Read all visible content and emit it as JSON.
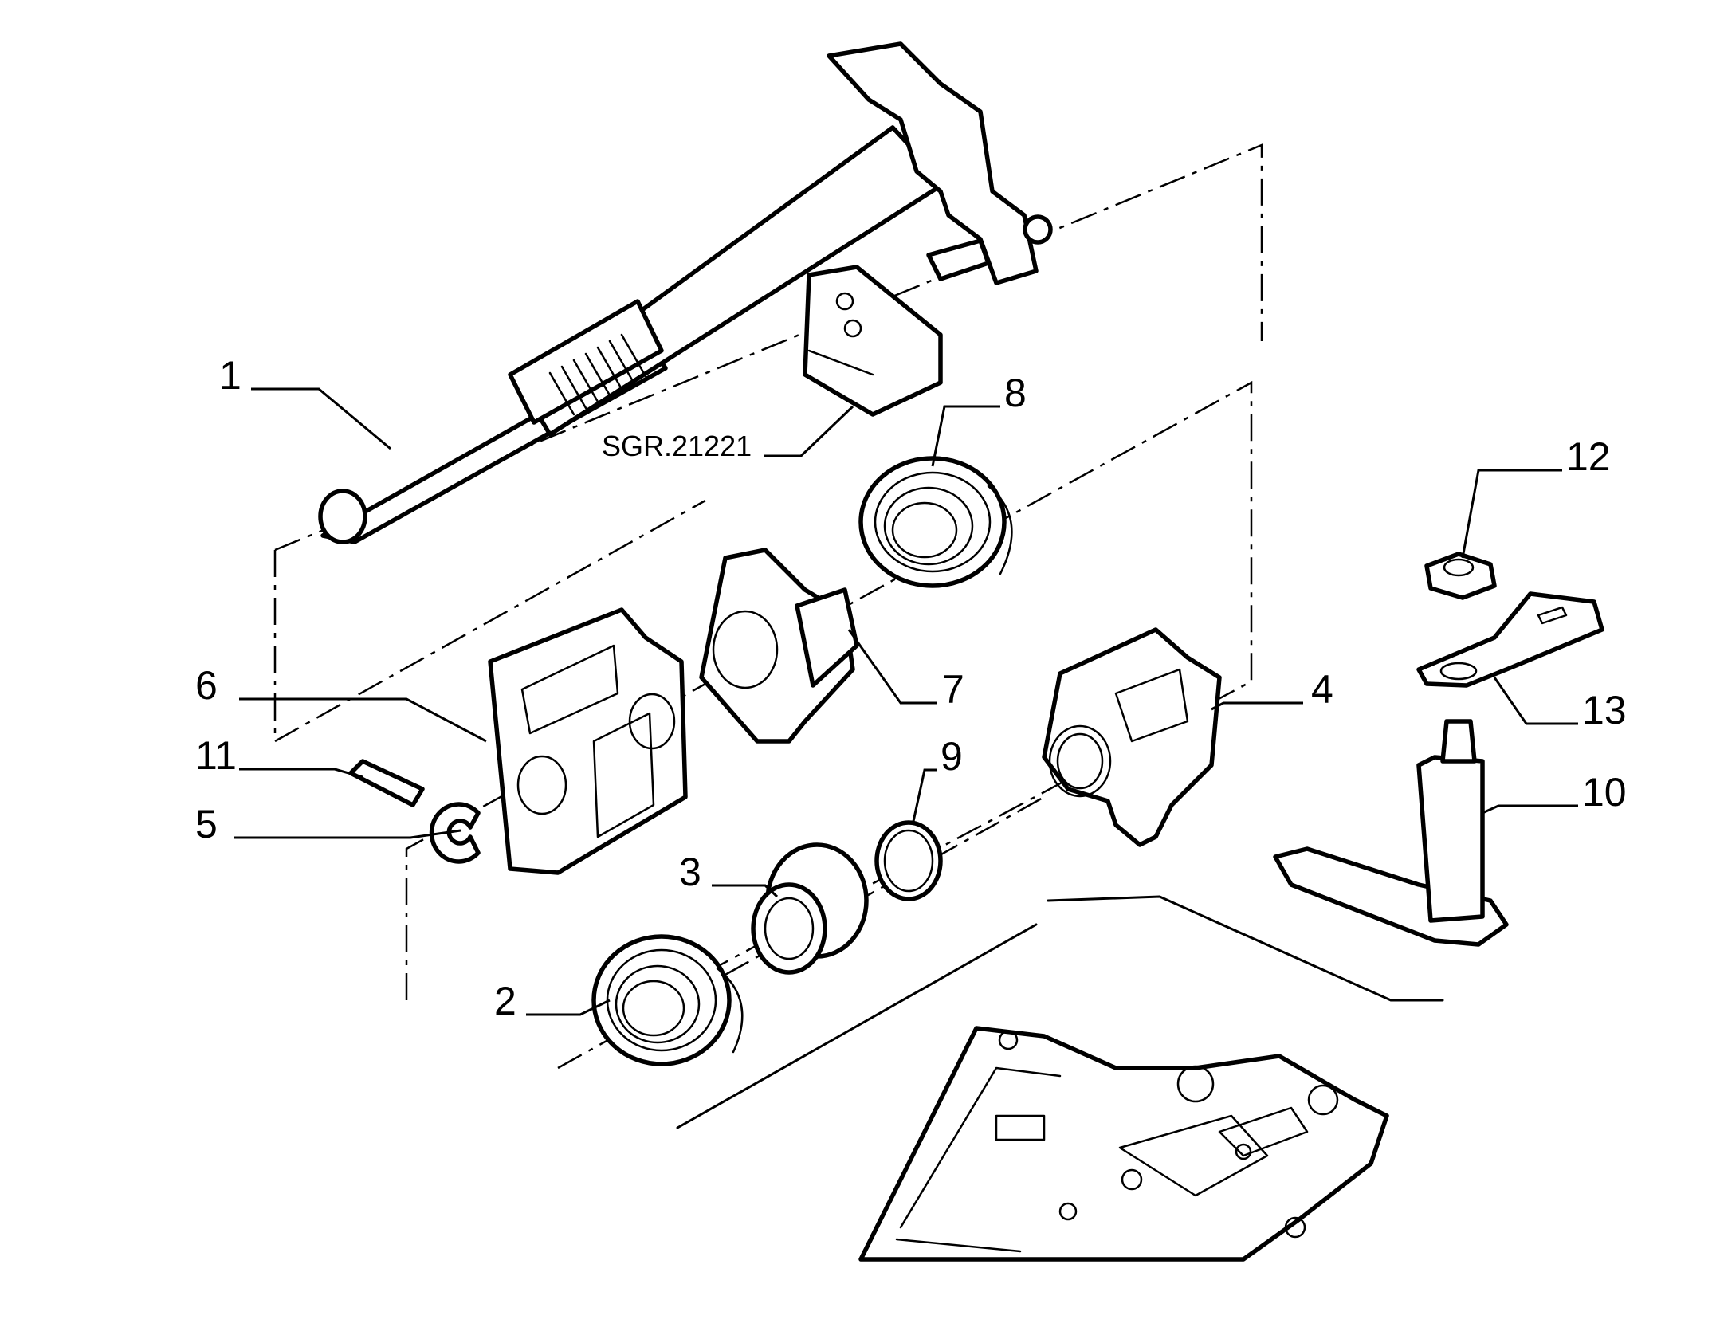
{
  "diagram": {
    "background": "#ffffff",
    "ink": "#000000",
    "tool_reference": "SGR.21221",
    "callouts": [
      {
        "id": "c1",
        "label": "1"
      },
      {
        "id": "c2",
        "label": "2"
      },
      {
        "id": "c3",
        "label": "3"
      },
      {
        "id": "c4",
        "label": "4"
      },
      {
        "id": "c5",
        "label": "5"
      },
      {
        "id": "c6",
        "label": "6"
      },
      {
        "id": "c7",
        "label": "7"
      },
      {
        "id": "c8",
        "label": "8"
      },
      {
        "id": "c9",
        "label": "9"
      },
      {
        "id": "c10",
        "label": "10"
      },
      {
        "id": "c11",
        "label": "11"
      },
      {
        "id": "c12",
        "label": "12"
      },
      {
        "id": "c13",
        "label": "13"
      }
    ]
  }
}
